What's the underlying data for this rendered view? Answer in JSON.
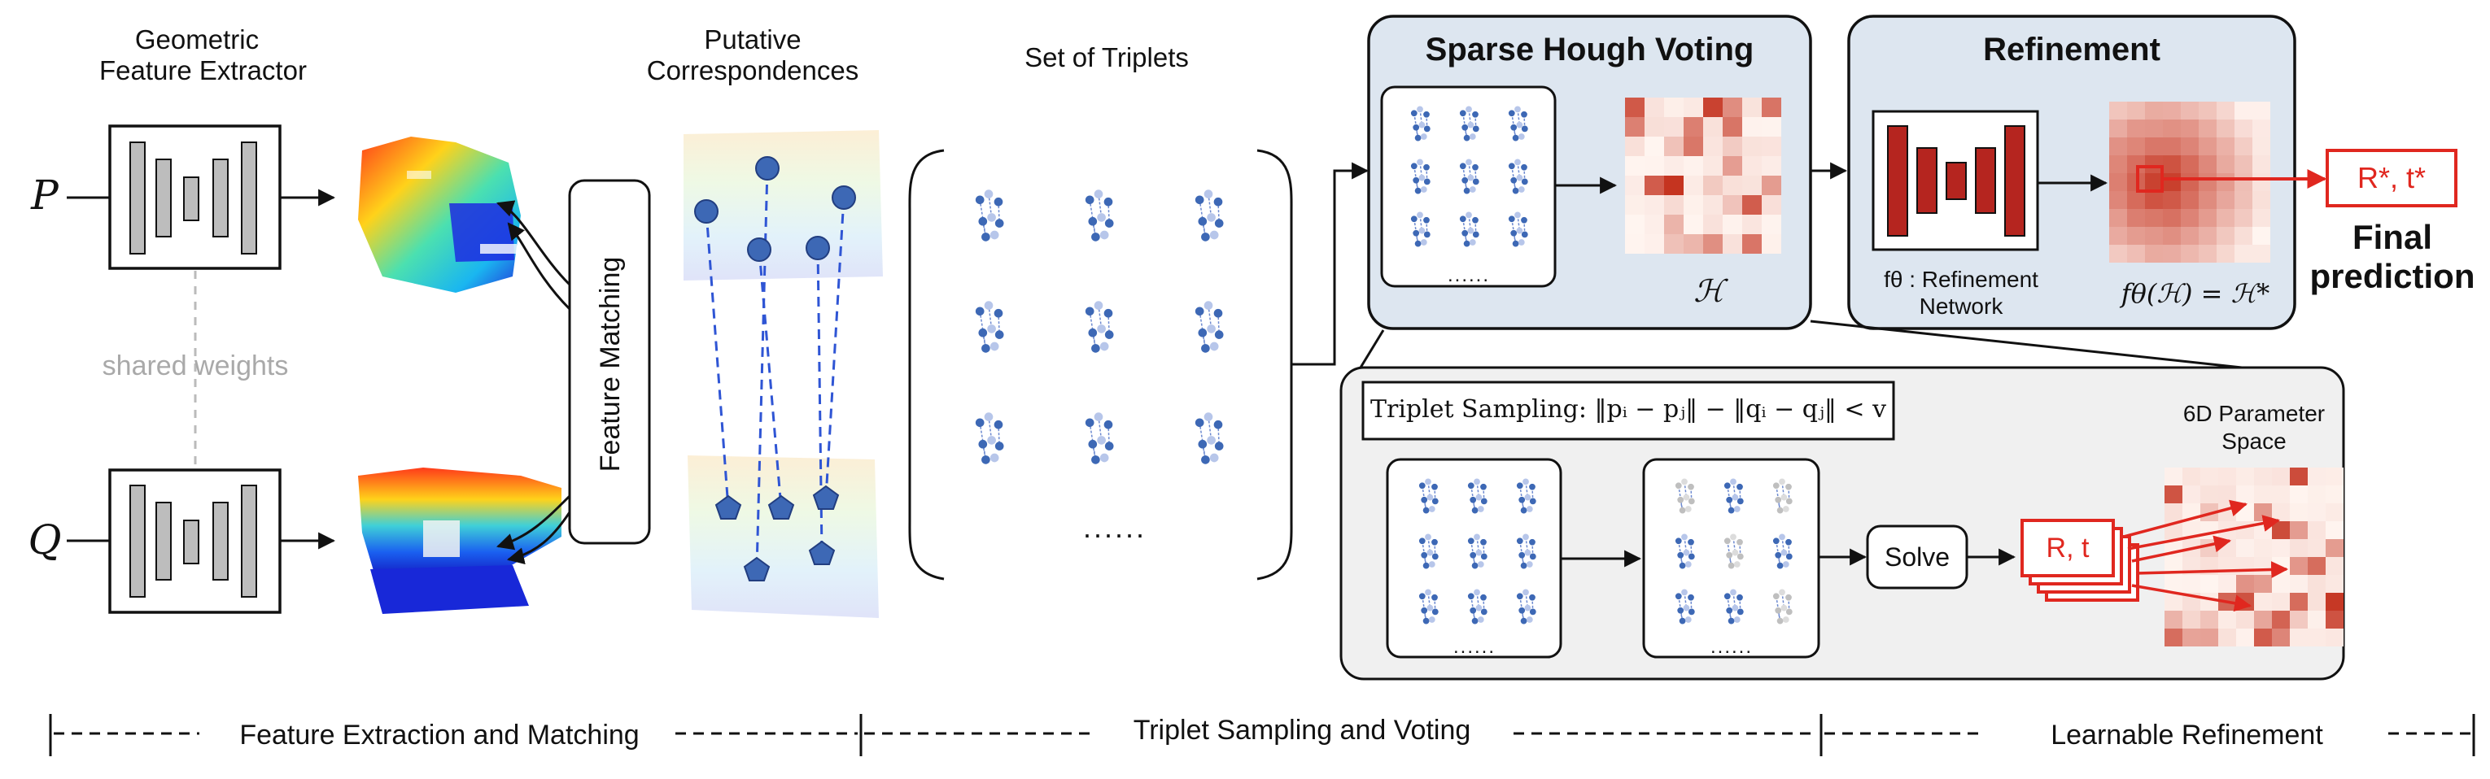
{
  "extractor": {
    "title_line1": "Geometric",
    "title_line2": "Feature Extractor",
    "input_p": "P",
    "input_q": "Q",
    "shared_weights": "shared weights"
  },
  "matching": {
    "label": "Feature Matching",
    "title_line1": "Putative",
    "title_line2": "Correspondences"
  },
  "triplets": {
    "title": "Set of Triplets",
    "ellipsis": "......"
  },
  "voting": {
    "title": "Sparse Hough Voting",
    "hough_symbol": "ℋ",
    "card_ellipsis": "......"
  },
  "refinement": {
    "title": "Refinement",
    "network_label_line1": "fθ : Refinement",
    "network_label_line2": "Network",
    "formula": "fθ(ℋ) = ℋ*",
    "output": "R*, t*",
    "final_line1": "Final",
    "final_line2": "prediction"
  },
  "detail": {
    "sampling_rule": "Triplet Sampling: ‖pᵢ − pⱼ‖ − ‖qᵢ − qⱼ‖ < v",
    "solve": "Solve",
    "pose": "R, t",
    "param_space_line1": "6D Parameter",
    "param_space_line2": "Space",
    "card_ellipsis": "......"
  },
  "stages": [
    "Feature Extraction and Matching",
    "Triplet Sampling and Voting",
    "Learnable Refinement"
  ],
  "colors": {
    "panel_blue": "#dde6f0",
    "panel_grey": "#f0f0f0",
    "accent_red": "#e0271f",
    "dark_red": "#b5251f",
    "point_blue": "#3d68b5",
    "line_blue": "#2f55d4"
  }
}
